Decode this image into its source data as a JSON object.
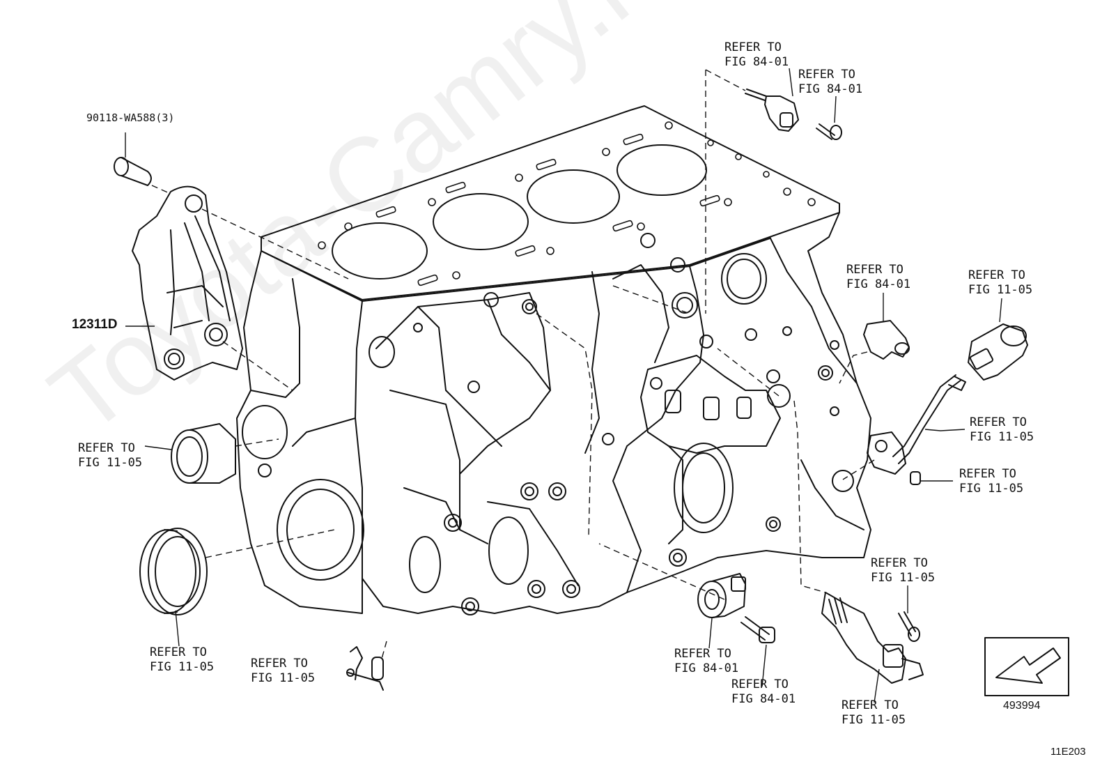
{
  "watermark": "Toyota-Camry.ru",
  "labels": {
    "bolt_partno": "90118-WA588(3)",
    "cover_partno": "12311D",
    "callout_top_1": "REFER TO\nFIG 84-01",
    "callout_top_2": "REFER TO\nFIG 84-01",
    "callout_right_1": "REFER TO\nFIG 84-01",
    "callout_right_2": "REFER TO\nFIG 11-05",
    "callout_right_3": "REFER TO\nFIG 11-05",
    "callout_right_4": "REFER TO\nFIG 11-05",
    "callout_left_1": "REFER TO\nFIG 11-05",
    "callout_left_2": "REFER TO\nFIG 11-05",
    "callout_bottom_1": "REFER TO\nFIG 11-05",
    "callout_bottom_2": "REFER TO\nFIG 84-01",
    "callout_bottom_3": "REFER TO\nFIG 84-01",
    "callout_bottom_4": "REFER TO\nFIG 11-05",
    "callout_bottom_5": "REFER TO\nFIG 11-05",
    "arrow_code": "493994",
    "page_code": "11E203"
  }
}
